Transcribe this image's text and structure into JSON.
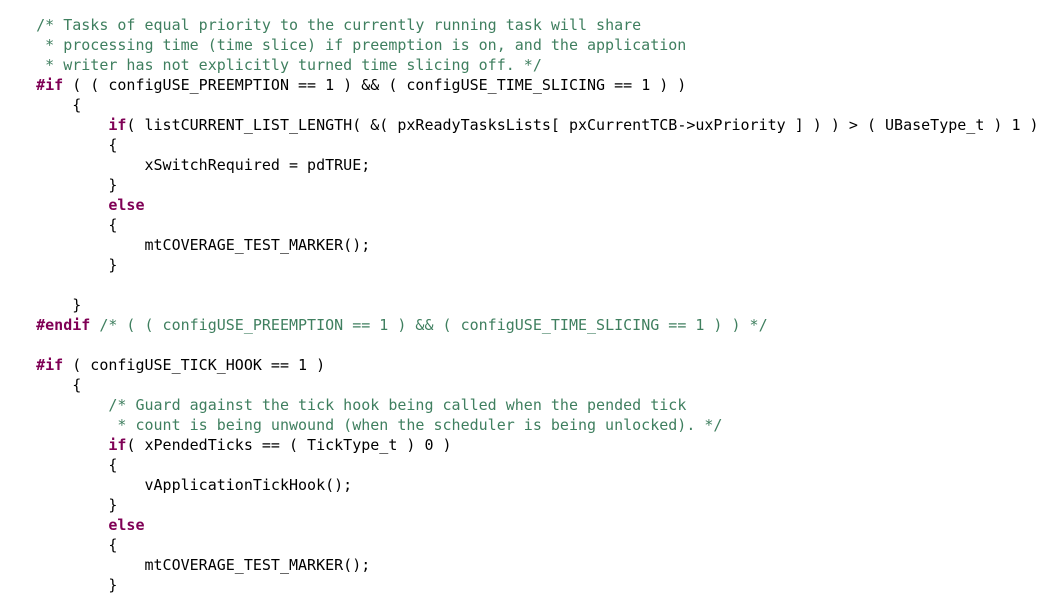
{
  "editor": {
    "lines": [
      {
        "segments": [
          {
            "type": "plain",
            "text": "    "
          },
          {
            "type": "comment",
            "text": "/* Tasks of equal priority to the currently running task will share"
          }
        ]
      },
      {
        "segments": [
          {
            "type": "comment",
            "text": "     * processing time (time slice) if preemption is on, and the application"
          }
        ]
      },
      {
        "segments": [
          {
            "type": "comment",
            "text": "     * writer has not explicitly turned time slicing off. */"
          }
        ]
      },
      {
        "segments": [
          {
            "type": "plain",
            "text": "    "
          },
          {
            "type": "kw",
            "text": "#if"
          },
          {
            "type": "plain",
            "text": " ( ( configUSE_PREEMPTION == 1 ) && ( configUSE_TIME_SLICING == 1 ) )"
          }
        ]
      },
      {
        "segments": [
          {
            "type": "plain",
            "text": "        {"
          }
        ]
      },
      {
        "segments": [
          {
            "type": "plain",
            "text": "            "
          },
          {
            "type": "kw",
            "text": "if"
          },
          {
            "type": "plain",
            "text": "( listCURRENT_LIST_LENGTH( &( pxReadyTasksLists[ pxCurrentTCB->uxPriority ] ) ) > ( UBaseType_t ) 1 )"
          }
        ]
      },
      {
        "segments": [
          {
            "type": "plain",
            "text": "            {"
          }
        ]
      },
      {
        "segments": [
          {
            "type": "plain",
            "text": "                xSwitchRequired = pdTRUE;"
          }
        ]
      },
      {
        "segments": [
          {
            "type": "plain",
            "text": "            }"
          }
        ]
      },
      {
        "segments": [
          {
            "type": "plain",
            "text": "            "
          },
          {
            "type": "kw",
            "text": "else"
          }
        ]
      },
      {
        "segments": [
          {
            "type": "plain",
            "text": "            {"
          }
        ]
      },
      {
        "segments": [
          {
            "type": "plain",
            "text": "                mtCOVERAGE_TEST_MARKER();"
          }
        ]
      },
      {
        "segments": [
          {
            "type": "plain",
            "text": "            }"
          }
        ]
      },
      {
        "segments": [
          {
            "type": "plain",
            "text": ""
          }
        ]
      },
      {
        "segments": [
          {
            "type": "plain",
            "text": "        }"
          }
        ]
      },
      {
        "segments": [
          {
            "type": "plain",
            "text": "    "
          },
          {
            "type": "kw",
            "text": "#endif"
          },
          {
            "type": "plain",
            "text": " "
          },
          {
            "type": "comment",
            "text": "/* ( ( configUSE_PREEMPTION == 1 ) && ( configUSE_TIME_SLICING == 1 ) ) */"
          }
        ]
      },
      {
        "segments": [
          {
            "type": "plain",
            "text": ""
          }
        ]
      },
      {
        "segments": [
          {
            "type": "plain",
            "text": "    "
          },
          {
            "type": "kw",
            "text": "#if"
          },
          {
            "type": "plain",
            "text": " ( configUSE_TICK_HOOK == 1 )"
          }
        ]
      },
      {
        "segments": [
          {
            "type": "plain",
            "text": "        {"
          }
        ]
      },
      {
        "segments": [
          {
            "type": "plain",
            "text": "            "
          },
          {
            "type": "comment",
            "text": "/* Guard against the tick hook being called when the pended tick"
          }
        ]
      },
      {
        "segments": [
          {
            "type": "comment",
            "text": "             * count is being unwound (when the scheduler is being unlocked). */"
          }
        ]
      },
      {
        "segments": [
          {
            "type": "plain",
            "text": "            "
          },
          {
            "type": "kw",
            "text": "if"
          },
          {
            "type": "plain",
            "text": "( xPendedTicks == ( TickType_t ) 0 )"
          }
        ]
      },
      {
        "segments": [
          {
            "type": "plain",
            "text": "            {"
          }
        ]
      },
      {
        "segments": [
          {
            "type": "plain",
            "text": "                vApplicationTickHook();"
          }
        ]
      },
      {
        "segments": [
          {
            "type": "plain",
            "text": "            }"
          }
        ]
      },
      {
        "segments": [
          {
            "type": "plain",
            "text": "            "
          },
          {
            "type": "kw",
            "text": "else"
          }
        ]
      },
      {
        "segments": [
          {
            "type": "plain",
            "text": "            {"
          }
        ]
      },
      {
        "segments": [
          {
            "type": "plain",
            "text": "                mtCOVERAGE_TEST_MARKER();"
          }
        ]
      },
      {
        "segments": [
          {
            "type": "plain",
            "text": "            }"
          }
        ]
      }
    ]
  }
}
